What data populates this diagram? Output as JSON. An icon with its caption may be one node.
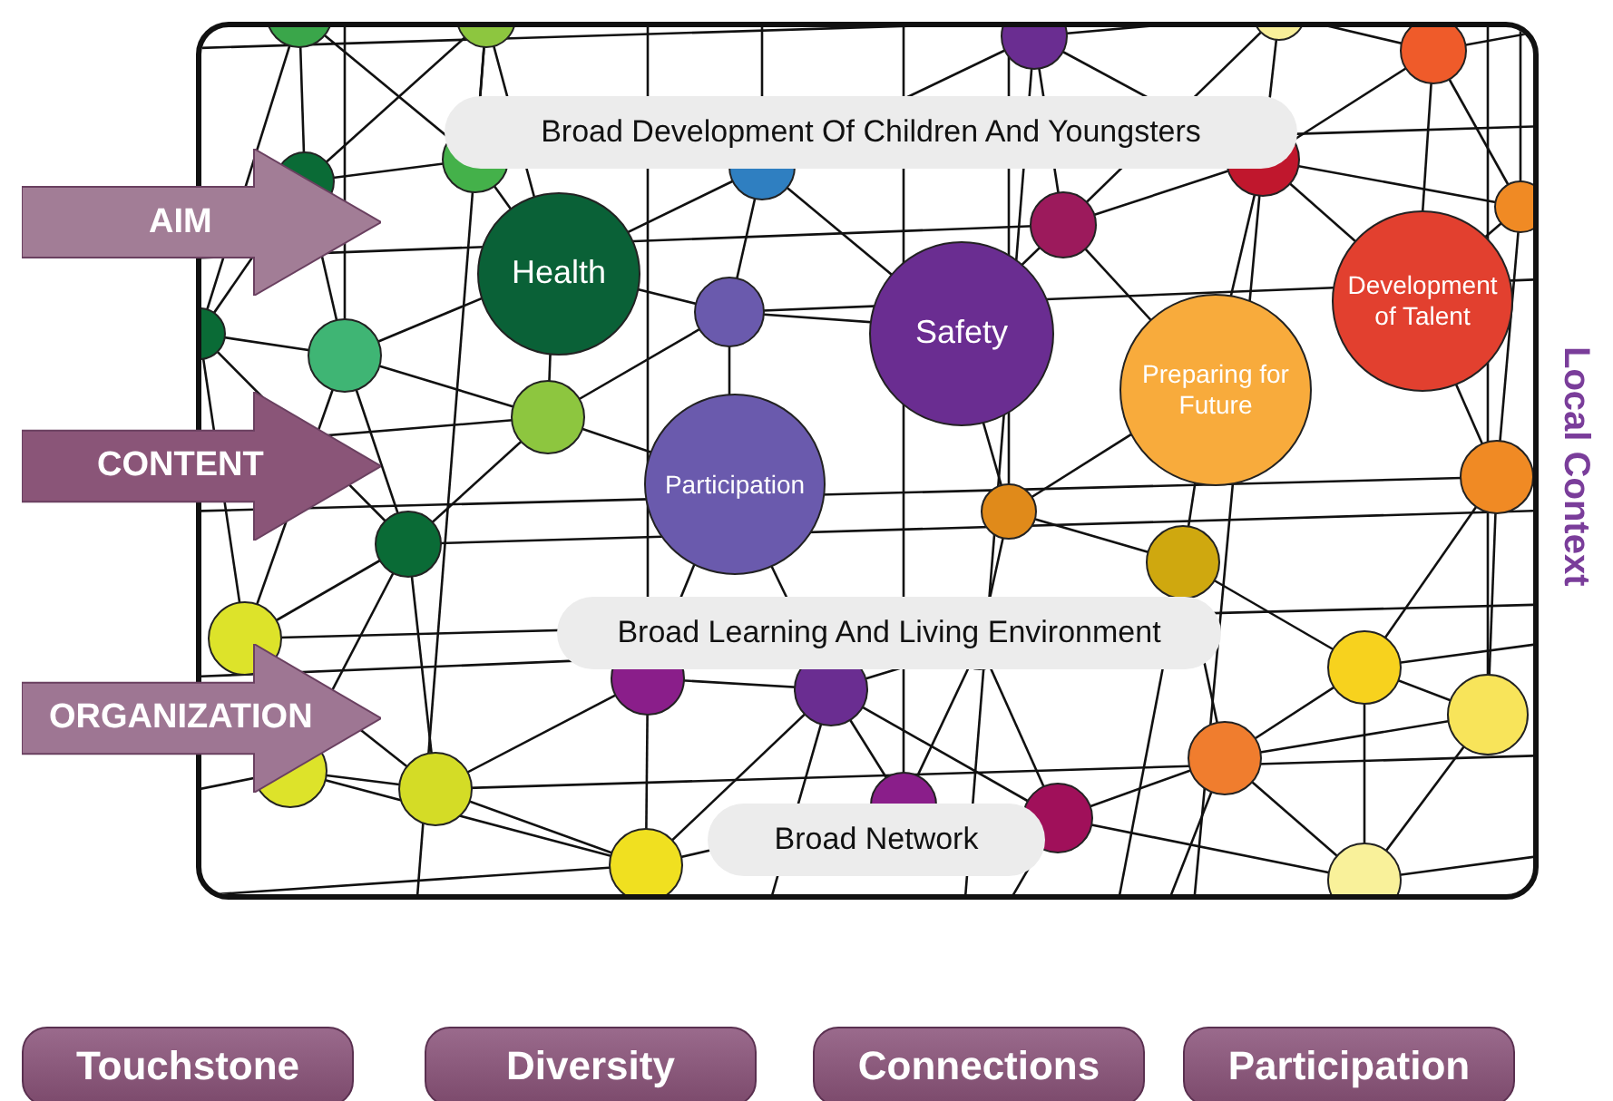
{
  "diagram": {
    "nodes": [
      {
        "text": [
          "Local Context"
        ]
      },
      {
        "text": [
          "Broad Development Of Children And Youngsters"
        ],
        "in": 0
      },
      {
        "text": [
          "Health"
        ],
        "in": 0
      },
      {
        "text": [
          "Safety"
        ],
        "in": 0
      },
      {
        "text": [
          "Development of Talent"
        ],
        "in": 0
      },
      {
        "text": [
          "Preparing for Future"
        ],
        "in": 0
      },
      {
        "text": [
          "Participation"
        ],
        "in": 0
      },
      {
        "text": [
          "Broad Learning And Living Environment"
        ],
        "in": 0
      },
      {
        "text": [
          "Broad Network"
        ],
        "in": 0
      },
      {
        "text": [
          "AIM"
        ]
      },
      {
        "text": [
          "CONTENT"
        ]
      },
      {
        "text": [
          "ORGANIZATION"
        ]
      },
      {
        "text": [
          "Touchstone"
        ]
      },
      {
        "text": [
          "Diversity"
        ]
      },
      {
        "text": [
          "Connections"
        ]
      },
      {
        "text": [
          "Participation"
        ]
      }
    ]
  }
}
